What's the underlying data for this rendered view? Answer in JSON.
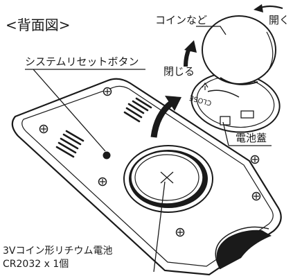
{
  "title": "<背面図>",
  "labels": {
    "coin": "コインなど",
    "open": "開く",
    "close_action": "閉じる",
    "reset_button": "システムリセットボタン",
    "battery_cover": "電池蓋",
    "battery_line1": "3Vコイン形リチウム電池",
    "battery_line2": "CR2032 x 1個",
    "close_mark": "CLOSE"
  }
}
